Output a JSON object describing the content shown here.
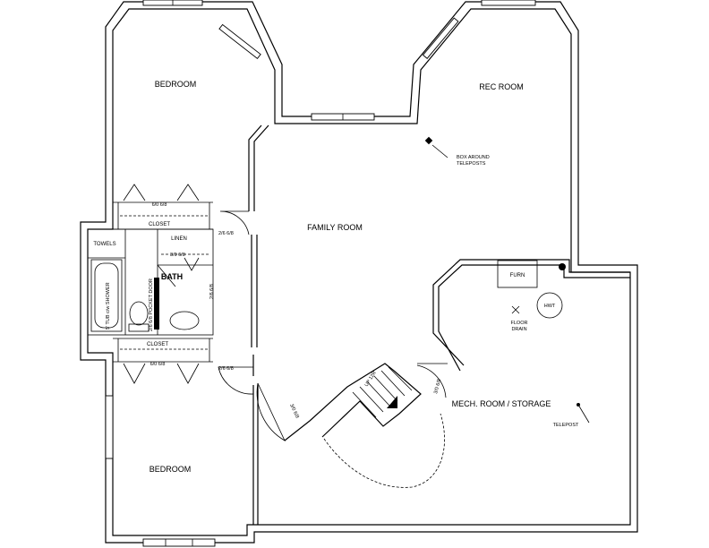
{
  "rooms": {
    "bedroom_top": "BEDROOM",
    "rec_room": "REC ROOM",
    "family_room": "FAMILY ROOM",
    "bedroom_bottom": "BEDROOM",
    "mech_room": "MECH. ROOM / STORAGE",
    "bath": "BATH"
  },
  "fixtures": {
    "closet_top": "CLOSET",
    "closet_bottom": "CLOSET",
    "towels": "TOWELS",
    "linen": "LINEN",
    "tub_shower": "5' TUB c/w SHOWER",
    "furn": "FURN",
    "hwt": "HWT",
    "floor_drain_1": "FLOOR",
    "floor_drain_2": "DRAIN",
    "telepost": "TELEPOST",
    "box_around_1": "BOX AROUND",
    "box_around_2": "TELEPOSTS",
    "stairs_up": "UP 12R"
  },
  "doors": {
    "closet_top_door": "6/0 6/8",
    "bedroom_top_door": "2/6 6/8",
    "linen_door": "3/0 6/8",
    "pocket_door": "2/6 6/8 POCKET DOOR",
    "bath_door": "2/6 6/8",
    "closet_bottom_door": "6/0 6/8",
    "bedroom_bottom_door": "2/6 6/8",
    "stair_door_left": "3/0 6/8",
    "stair_door_right": "3/0 6/8"
  }
}
